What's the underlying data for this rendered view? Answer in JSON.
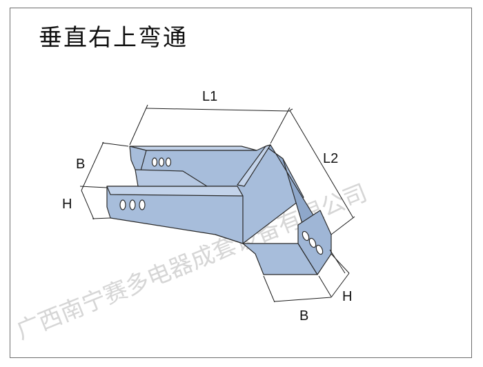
{
  "title": "垂直右上弯通",
  "labels": {
    "l1": "L1",
    "l2": "L2",
    "b_left": "B",
    "h_left": "H",
    "h_right": "H",
    "b_bottom": "B"
  },
  "watermark": "广西南宁赛多电器成套设备有限公司",
  "colors": {
    "tray_fill": "#a7bddb",
    "tray_dark": "#8ea7ca",
    "tray_light": "#c3d3ea",
    "outline": "#2a2a2a"
  }
}
